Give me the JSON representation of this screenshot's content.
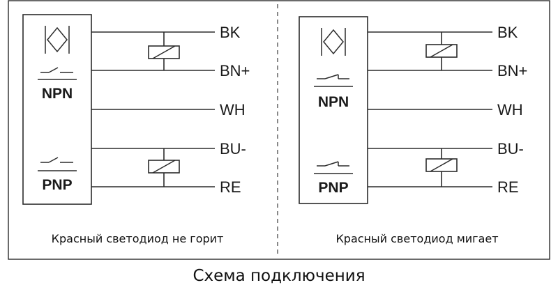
{
  "diagrams": [
    {
      "type_labels": [
        "NPN",
        "PNP"
      ],
      "wires": [
        "BK",
        "BN+",
        "WH",
        "BU-",
        "RE"
      ],
      "caption": "Красный светодиод не горит",
      "switch_state": "open"
    },
    {
      "type_labels": [
        "NPN",
        "PNP"
      ],
      "wires": [
        "BK",
        "BN+",
        "WH",
        "BU-",
        "RE"
      ],
      "caption": "Красный светодиод мигает",
      "switch_state": "closed"
    }
  ],
  "title": "Схема подключения"
}
